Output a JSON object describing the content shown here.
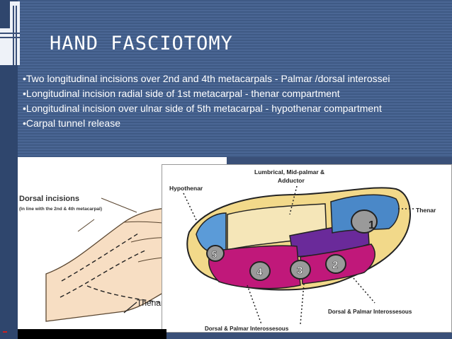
{
  "slide": {
    "title": "HAND FASCIOTOMY",
    "bullets": [
      "Two  longitudinal incisions over 2nd and 4th metacarpals  -  Palmar /dorsal interossei",
      "Longitudinal  incision radial side of 1st metacarpal  - thenar  compartment",
      "Longitudinal   incision over ulnar side of 5th metacarpal - hypothenar compartment",
      "Carpal tunnel release"
    ]
  },
  "left_figure": {
    "label_title": "Dorsal incisions",
    "label_sub": "(In line with the 2nd & 4th metacarpal)",
    "label_thenar": "Thenar"
  },
  "right_figure": {
    "label_lumbrical": "Lumbrical, Mid-palmar &",
    "label_adductor": "Adductor",
    "label_hypothenar": "Hypothenar",
    "label_thenar": "Thenar",
    "label_dorsal_palmar_right": "Dorsal & Palmar Interossesous",
    "label_dorsal_palmar_bottom": "Dorsal & Palmar Interossesous",
    "numbers": [
      "1",
      "2",
      "3",
      "4",
      "5"
    ]
  },
  "colors": {
    "background": "#3a5078",
    "accent_red": "#cc2222",
    "muscle_magenta": "#c0187a",
    "purple": "#6a2a9a",
    "blue": "#4a90d0"
  }
}
